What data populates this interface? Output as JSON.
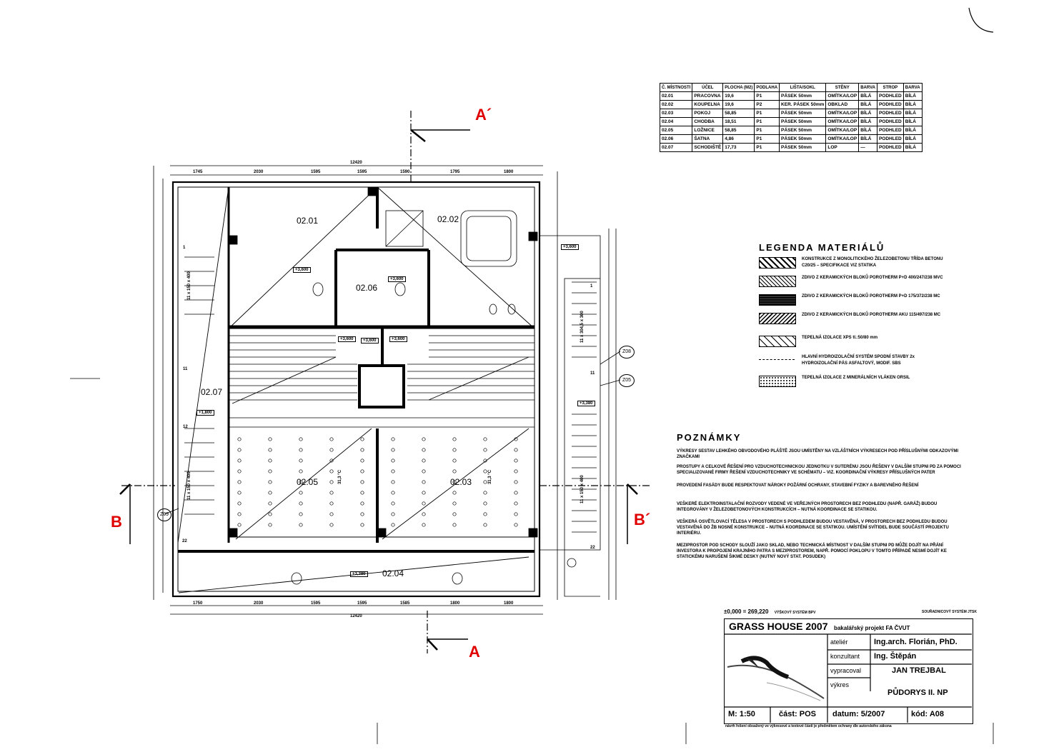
{
  "section_marks": {
    "a_top": "A´",
    "a_bottom": "A",
    "b_left": "B",
    "b_right": "B´"
  },
  "rooms_table": {
    "headers": [
      "Č. MÍSTNOSTI",
      "ÚČEL",
      "PLOCHA (M2)",
      "PODLAHA",
      "LIŠTA/SOKL",
      "STĚNY",
      "BARVA",
      "STROP",
      "BARVA"
    ],
    "rows": [
      [
        "02.01",
        "PRACOVNA",
        "19,6",
        "P1",
        "PÁSEK 50mm",
        "OMÍTKA/LOP",
        "BÍLÁ",
        "PODHLED",
        "BÍLÁ"
      ],
      [
        "02.02",
        "KOUPELNA",
        "19,6",
        "P2",
        "KER. PÁSEK 50mm",
        "OBKLAD",
        "BÍLÁ",
        "PODHLED",
        "BÍLÁ"
      ],
      [
        "02.03",
        "POKOJ",
        "58,85",
        "P1",
        "PÁSEK 50mm",
        "OMÍTKA/LOP",
        "BÍLÁ",
        "PODHLED",
        "BÍLÁ"
      ],
      [
        "02.04",
        "CHODBA",
        "18,51",
        "P1",
        "PÁSEK 50mm",
        "OMÍTKA/LOP",
        "BÍLÁ",
        "PODHLED",
        "BÍLÁ"
      ],
      [
        "02.05",
        "LOŽNICE",
        "58,85",
        "P1",
        "PÁSEK 50mm",
        "OMÍTKA/LOP",
        "BÍLÁ",
        "PODHLED",
        "BÍLÁ"
      ],
      [
        "02.06",
        "ŠATNA",
        "4,86",
        "P1",
        "PÁSEK 50mm",
        "OMÍTKA/LOP",
        "BÍLÁ",
        "PODHLED",
        "BÍLÁ"
      ],
      [
        "02.07",
        "SCHODIŠTĚ",
        "17,73",
        "P1",
        "PÁSEK 50mm",
        "LOP",
        "—",
        "PODHLED",
        "BÍLÁ"
      ]
    ]
  },
  "legend": {
    "title": "LEGENDA MATERIÁLŮ",
    "items": [
      "KONSTRUKCE Z MONOLITICKÉHO ŽELEZOBETONU TŘÍDA BETONU C20/25 – SPECIFIKACE VIZ STATIKA",
      "ZDIVO Z KERAMICKÝCH BLOKŮ POROTHERM P+D 400/247/238 MVC",
      "ZDIVO Z KERAMICKÝCH BLOKŮ POROTHERM P+D 175/372/238 MC",
      "ZDIVO Z KERAMICKÝCH BLOKŮ POROTHERM AKU 115/497/238 MC",
      "TEPELNÁ IZOLACE XPS tl.:50/80 mm",
      "HLAVNÍ HYDROIZOLAČNÍ SYSTÉM SPODNÍ STAVBY 2x HYDROIZOLAČNÍ PÁS ASFALTOVÝ, MODIF. SBS",
      "TEPELNÁ IZOLACE Z MINERÁLNÍCH VLÁKEN ORSIL"
    ]
  },
  "notes": {
    "title": "POZNÁMKY",
    "items": [
      "VÝKRESY SESTAV LEHKÉHO OBVODOVÉHO PLÁŠTĚ JSOU UMÍSTĚNY NA VZLÁŠTNÍCH VÝKRESECH POD PŘÍSLUŠNÝMI ODKAZOVÝMI ZNAČKAMI",
      "PROSTUPY A CELKOVÉ ŘEŠENÍ PRO VZDUCHOTECHNICKOU JEDNOTKU V SUTERÉNU JSOU ŘEŠENY V DALŠÍM STUPNI PD ZA POMOCI SPECIALIZOVANÉ FIRMY ŘEŠENÍ VZDUCHOTECHNIKY VE SCHÉMATU – VIZ. KOORDINAČNÍ VÝKRESY PŘÍSLUŠNÝCH PATER",
      "PROVEDENÍ FASÁDY BUDE RESPEKTOVAT NÁROKY POŽÁRNÍ OCHRANY, STAVEBNÍ FYZIKY A BAREVNÉHO ŘEŠENÍ",
      "VEŠKERÉ ELEKTROINSTALAČNÍ ROZVODY VEDENÉ VE VEŘEJNÝCH PROSTORECH BEZ PODHLEDU (NAPŘ. GARÁŽ) BUDOU INTEGROVÁNY V ŽELEZOBETONOVÝCH KONSTRUKCÍCH – NUTNÁ KOORDINACE SE STATIKOU.",
      "VEŠKERÁ OSVĚTLOVACÍ TĚLESA V PROSTORECH S PODHLEDEM BUDOU VESTAVĚNÁ, V PROSTORECH BEZ PODHLEDU BUDOU VESTAVĚNÁ DO ŽB NOSNÉ KONSTRUKCE – NUTNÁ KOORDINACE SE STATIKOU. UMÍSTĚNÍ SVÍTIDEL BUDE SOUČÁSTÍ PROJEKTU INTERIÉRU.",
      "MEZIPROSTOR POD SCHODY SLOUŽÍ JAKO SKLAD, NEBO TECHNICKÁ MÍSTNOST V DALŠÍM STUPNI PD MŮŽE DOJÍT NA PŘÁNÍ INVESTORA K PROPOJENÍ KRAJNÍHO PATRA S MEZIPROSTOREM, NAPŘ. POMOCÍ POKLOPU V TOMTO PŘÍPADĚ NESMÍ DOJÍT KE STATICKÉMU NARUŠENÍ ŠIKMÉ DESKY (NUTNÝ NOVÝ STAT. POSUDEK)"
    ]
  },
  "titleblock": {
    "elevation": "±0,000 = 269,220",
    "elevation_sys": "VÝŠKOVÝ SYSTÉM BPV",
    "coord_sys": "SOUŘADNICOVÝ SYSTÉM JTSK",
    "project": "GRASS HOUSE 2007",
    "project_sub": "bakalářský projekt FA ČVUT",
    "atelier_label": "ateliér",
    "atelier_value": "Ing.arch. Florián, PhD.",
    "konzultant_label": "konzultant",
    "konzultant_value": "Ing. Štěpán",
    "vypracoval_label": "vypracoval",
    "vypracoval_value": "JAN TREJBAL",
    "vykres_label": "výkres",
    "vykres_value": "PŮDORYS II. NP",
    "scale": "M:  1:50",
    "cast": "část: POS",
    "datum": "datum: 5/2007",
    "kod": "kód: A08",
    "footnote": "návrh řešení obsažený ve výkresové a textové části je předmětem ochrany dle autorského zákona"
  },
  "plan": {
    "room_labels": [
      "02.01",
      "02.02",
      "02.06",
      "02.07",
      "02.05",
      "02.03",
      "02.04"
    ],
    "overall_width": "12420",
    "top_dims": [
      "1745",
      "2030",
      "1595",
      "1595",
      "1590",
      "1795",
      "1800"
    ],
    "bottom_dims": [
      "1750",
      "2030",
      "1595",
      "1595",
      "1585",
      "1800",
      "1800"
    ],
    "level_tags": [
      "+3,600",
      "+3,600",
      "+3,600",
      "+3,600",
      "+3,600",
      "+3,600",
      "+3,380",
      "+3,380",
      "+1,800"
    ],
    "detail_tags": [
      "Z08",
      "Z05",
      "Z09"
    ],
    "stair_counts": [
      "11 x 150 x 400",
      "11 x 150 x 400",
      "11 x 150 x 400",
      "11 x 304,5 x 300"
    ],
    "misc_labels": [
      "31,3 °C",
      "31,3 °C",
      "1",
      "11",
      "12",
      "22",
      "22",
      "11",
      "1"
    ]
  }
}
